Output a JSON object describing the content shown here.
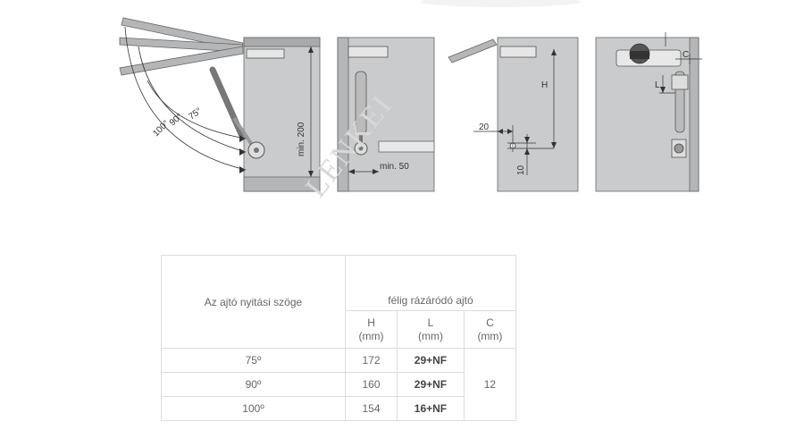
{
  "diagram": {
    "angle_labels": [
      "75°",
      "90°",
      "100°"
    ],
    "dim_min200": "min. 200",
    "dim_min50": "min. 50",
    "dim_H": "H",
    "dim_20": "20",
    "dim_10": "10",
    "dim_L": "L",
    "dim_C": "C"
  },
  "watermark": "LENKEI",
  "table": {
    "corner_label": "Az ajtó nyitási szöge",
    "group_label": "félig rázáródó ajtó",
    "columns": [
      {
        "name": "H",
        "unit": "(mm)"
      },
      {
        "name": "L",
        "unit": "(mm)"
      },
      {
        "name": "C",
        "unit": "(mm)"
      }
    ],
    "rows": [
      {
        "angle": "75º",
        "H": "172",
        "L": "29+NF"
      },
      {
        "angle": "90º",
        "H": "160",
        "L": "29+NF"
      },
      {
        "angle": "100º",
        "H": "154",
        "L": "16+NF"
      }
    ],
    "C_value": "12"
  }
}
